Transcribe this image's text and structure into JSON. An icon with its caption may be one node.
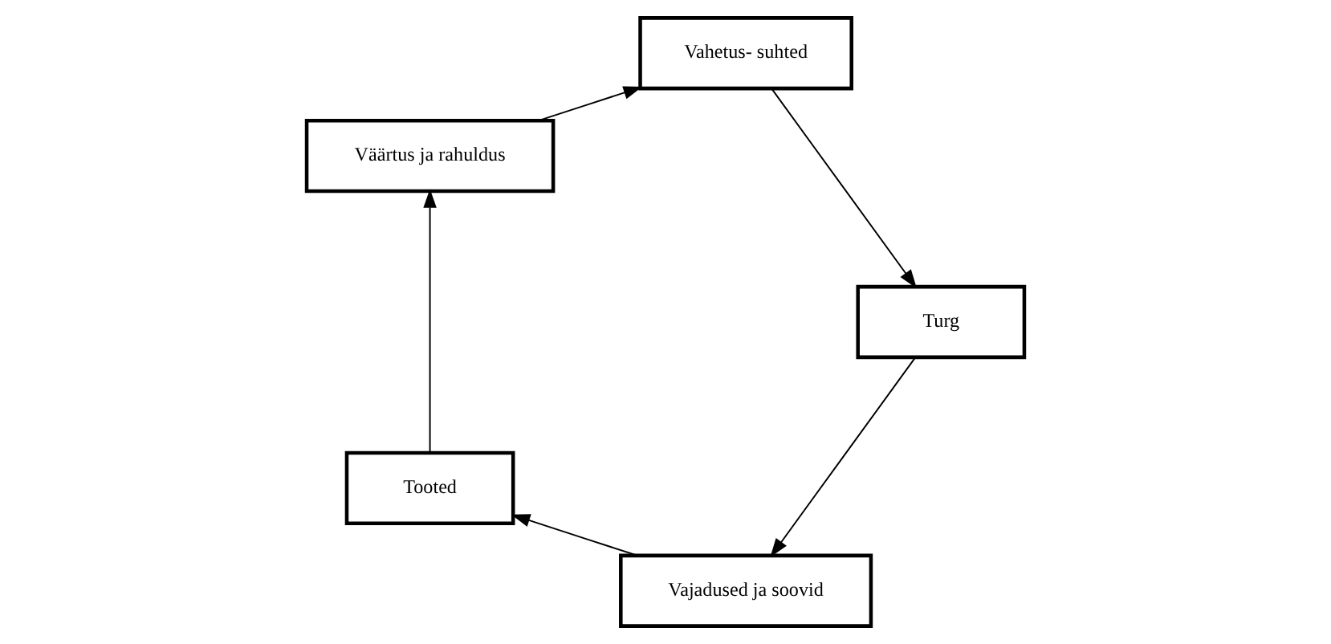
{
  "diagram": {
    "nodes": [
      {
        "text": [
          "Vajadused ja soovid"
        ]
      },
      {
        "text": [
          "Tooted"
        ]
      },
      {
        "text": [
          "Väärtus ja rahuldus"
        ]
      },
      {
        "text": [
          "Vahetus- suhted"
        ]
      },
      {
        "text": [
          "Turg"
        ]
      }
    ],
    "edges": [
      {
        "from": 0,
        "to": 1,
        "arrow": "to"
      },
      {
        "from": 1,
        "to": 2,
        "arrow": "to"
      },
      {
        "from": 2,
        "to": 3,
        "arrow": "to"
      },
      {
        "from": 3,
        "to": 4,
        "arrow": "to"
      },
      {
        "from": 4,
        "to": 0,
        "arrow": "to"
      }
    ]
  }
}
